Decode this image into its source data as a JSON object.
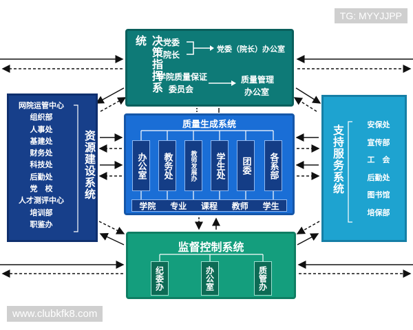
{
  "watermark_top": "TG: MYYJJPP",
  "watermark_bottom": "www.clubkfk8.com",
  "decision": {
    "title": "决策指挥系统",
    "party_line1": "党委",
    "party_line2": "院长",
    "party_office": "党委（院长）办公室",
    "committee_line1": "学院质量保证",
    "committee_line2": "委员会",
    "qm_office_line1": "质量管理",
    "qm_office_line2": "办公室"
  },
  "resource": {
    "title": "资源建设系统",
    "items": [
      "网院运管中心",
      "组织部",
      "人事处",
      "基建处",
      "财务处",
      "科技处",
      "后勤处",
      "党　校",
      "人才测评中心",
      "培训部",
      "职鉴办"
    ]
  },
  "support": {
    "title": "支持服务系统",
    "items": [
      "安保处",
      "宣传部",
      "工　会",
      "后勤处",
      "图书馆",
      "培保部"
    ]
  },
  "quality": {
    "title": "质量生成系统",
    "columns": [
      "办公室",
      "教务处",
      "教师发展办",
      "学生处",
      "团委",
      "各系部"
    ],
    "bar": [
      "学院",
      "专业",
      "课程",
      "教师",
      "学生"
    ]
  },
  "supervision": {
    "title": "监督控制系统",
    "columns": [
      "纪委办",
      "办公室",
      "质管办"
    ]
  }
}
